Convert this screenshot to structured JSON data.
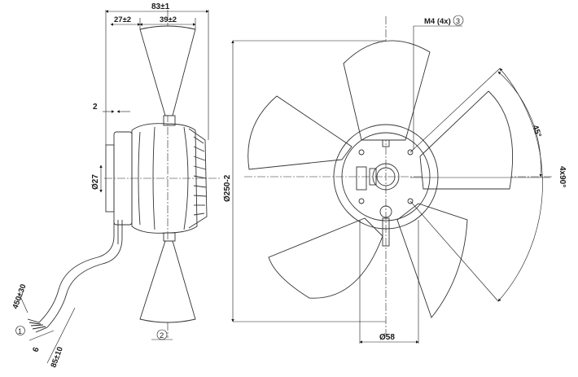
{
  "side_view": {
    "dim_overall": "83±1",
    "dim_offset": "27±2",
    "dim_hub_width": "39±2",
    "dim_gap": "2",
    "dim_shaft": "Ø27"
  },
  "cable": {
    "dim_length": "450±30",
    "dim_strip": "6",
    "dim_end": "85±10",
    "callout_cable": "1"
  },
  "front_view": {
    "dim_diameter": "Ø250-2",
    "dim_hub": "Ø58",
    "dim_thread": "M4 (4x)",
    "callout_thread": "3",
    "dim_angle": "45°",
    "dim_pattern": "4x90°"
  },
  "callout_blade": "2"
}
